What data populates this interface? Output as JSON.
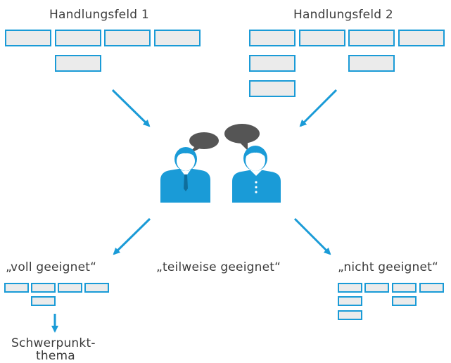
{
  "fields": {
    "field1_title": "Handlungsfeld 1",
    "field2_title": "Handlungsfeld 2"
  },
  "outcomes": {
    "voll": "„voll geeignet“",
    "teilweise": "„teilweise geeignet“",
    "nicht": "„nicht geeignet“"
  },
  "focus_topic": {
    "line1": "Schwerpunkt-",
    "line2": "thema"
  },
  "colors": {
    "accent": "#1a9bd7",
    "box_fill": "#ebebeb",
    "speech_bubble": "#555555",
    "text": "#3c3c3c"
  }
}
